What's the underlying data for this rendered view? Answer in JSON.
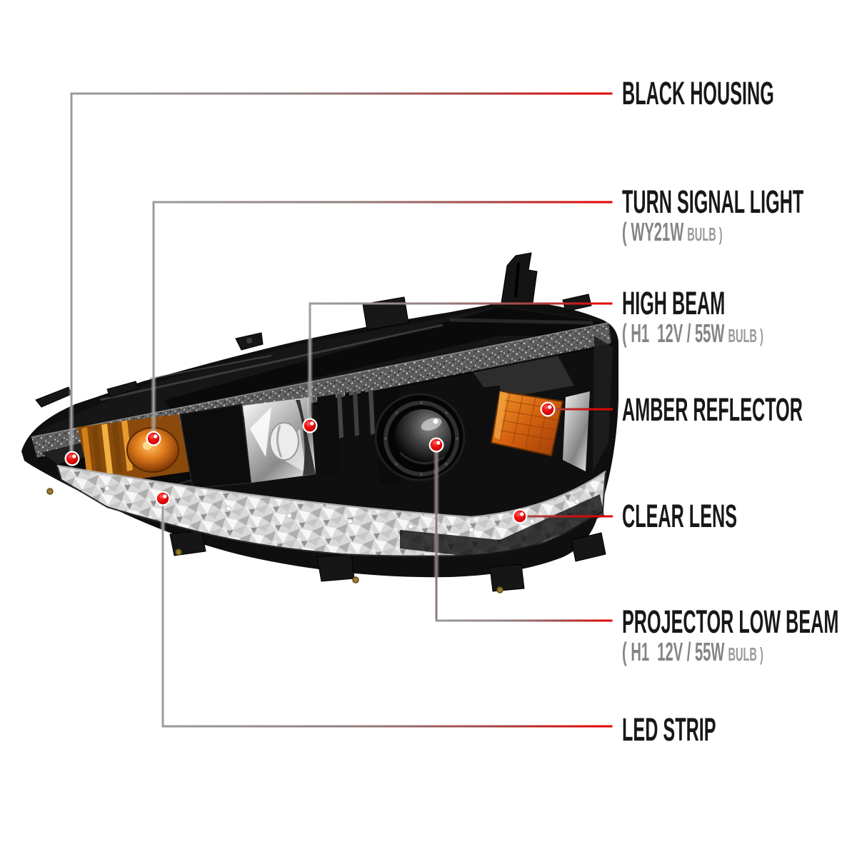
{
  "figure": {
    "type": "product-callout-diagram",
    "subject": "Black housing projector headlight with LED strip, driver side, photographed at an angle on white background",
    "background": "#ffffff"
  },
  "colors": {
    "label_text": "#181818",
    "sub_text_spec": "#848484",
    "sub_text_bulb": "#9a9a9a",
    "callout_line_gray": "#9b9b9b",
    "callout_line_red": "#e40000",
    "marker_red": "#e80000",
    "marker_ring": "#ffffff",
    "housing_black": "#0f0f0f",
    "turn_signal_amber": "#d98018",
    "amber_reflector": "#d3600f",
    "lens_clear": "#d9d9d9"
  },
  "callouts": [
    {
      "id": "black-housing",
      "label": "BLACK HOUSING",
      "sub_spec": null,
      "sub_bulb": null
    },
    {
      "id": "turn-signal-light",
      "label": "TURN SIGNAL LIGHT",
      "sub_spec": "( WY21W",
      "sub_bulb": "BULB )"
    },
    {
      "id": "high-beam",
      "label": "HIGH BEAM",
      "sub_spec": "( H1  12V / 55W",
      "sub_bulb": "BULB )"
    },
    {
      "id": "amber-reflector",
      "label": "AMBER REFLECTOR",
      "sub_spec": null,
      "sub_bulb": null
    },
    {
      "id": "clear-lens",
      "label": "CLEAR LENS",
      "sub_spec": null,
      "sub_bulb": null
    },
    {
      "id": "projector-low-beam",
      "label": "PROJECTOR LOW BEAM",
      "sub_spec": "( H1  12V / 55W",
      "sub_bulb": "BULB )"
    },
    {
      "id": "led-strip",
      "label": "LED STRIP",
      "sub_spec": null,
      "sub_bulb": null
    }
  ]
}
